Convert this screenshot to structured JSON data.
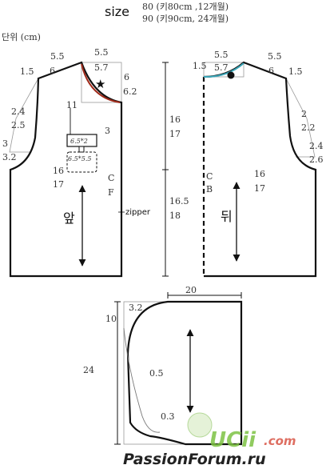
{
  "header": {
    "title": "size",
    "line1": "80 (키80cm ,12개월)",
    "line2": "90 (키90cm, 24개월)",
    "unit": "단위 (cm)"
  },
  "front": {
    "shoulder_top": "5.5",
    "shoulder_bottom": "6",
    "neck_top": "5.5",
    "neck_bottom": "5.7",
    "neck_drop_1": "6",
    "neck_drop_2": "6.2",
    "armhole_1a": "2.4",
    "armhole_1b": "2.5",
    "armhole_2a": "3",
    "armhole_2b": "3.2",
    "shoulder_side": "1.5",
    "pocket_depth": "11",
    "pocket_top": "6.5*2",
    "pocket_body": "6.5*5.5",
    "side_3": "3",
    "width_1": "16",
    "width_2": "17",
    "cf_c": "C",
    "cf_f": "F",
    "zipper": "zipper",
    "label": "앞"
  },
  "middle": {
    "upper_1": "16",
    "upper_2": "17",
    "lower_1": "16.5",
    "lower_2": "18"
  },
  "back": {
    "side_15": "1.5",
    "neck_top": "5.5",
    "neck_bottom": "5.7",
    "shoulder_top": "5.5",
    "shoulder_bottom": "6",
    "shoulder_side": "1.5",
    "armhole_1a": "2",
    "armhole_1b": "2.2",
    "armhole_2a": "2.4",
    "armhole_2b": "2.6",
    "cb_c": "C",
    "cb_b": "B",
    "width_1": "16",
    "width_2": "17",
    "label": "뒤"
  },
  "hood": {
    "width": "20",
    "top_offset": "3.2",
    "curve": "10",
    "height": "24",
    "ease_1": "0.5",
    "ease_2": "0.3"
  },
  "watermark": {
    "brand": "UCii",
    "domain": ".com",
    "site": "PassionForum.ru"
  },
  "colors": {
    "line": "#111111",
    "guide": "#999999",
    "neck_red": "#a02a1a",
    "neck_teal": "#3aa6b8",
    "watermark_green": "#7dc243",
    "watermark_red": "#d64a3a"
  }
}
